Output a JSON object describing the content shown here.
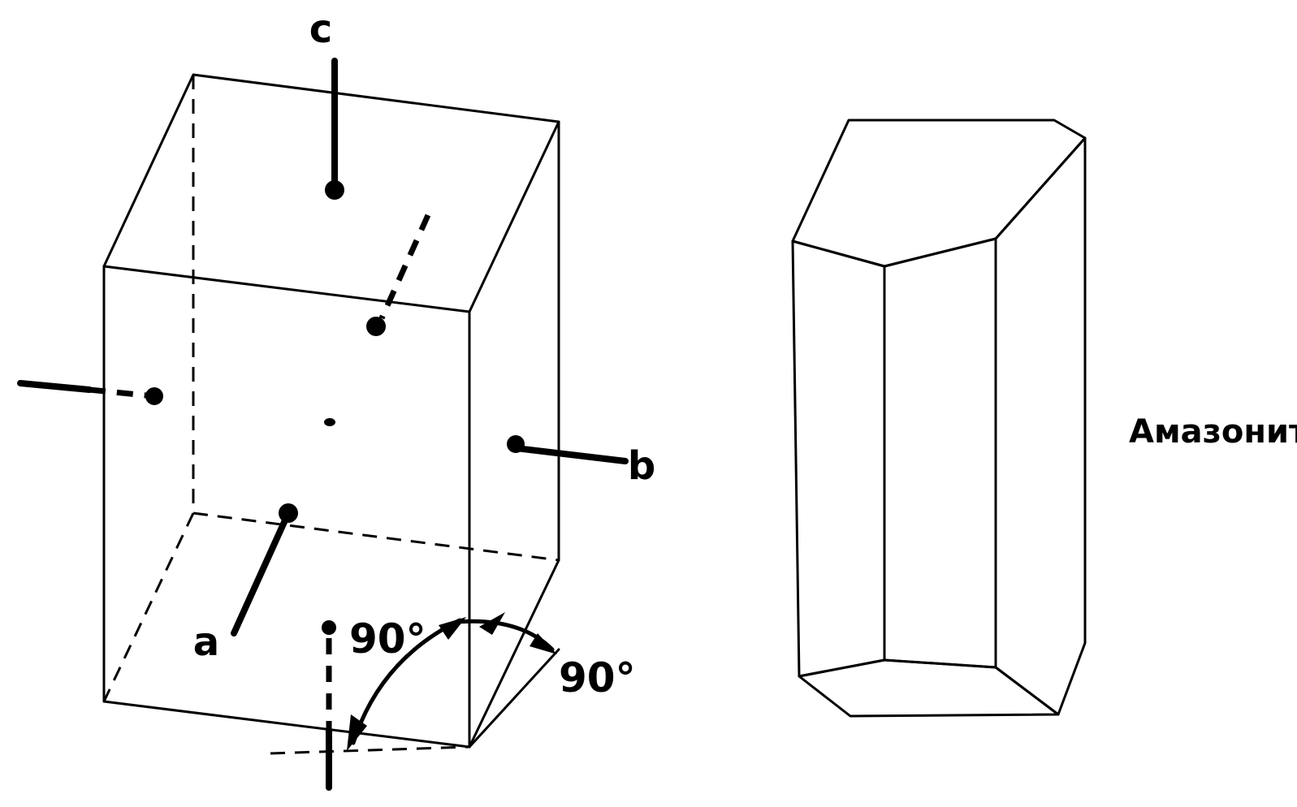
{
  "labels": {
    "axis_c": "c",
    "axis_a": "a",
    "axis_b": "b",
    "angle_left": "90°",
    "angle_right": "90°",
    "mineral_name": "Амазонит"
  },
  "colors": {
    "ink": "#000000",
    "background": "#ffffff"
  }
}
